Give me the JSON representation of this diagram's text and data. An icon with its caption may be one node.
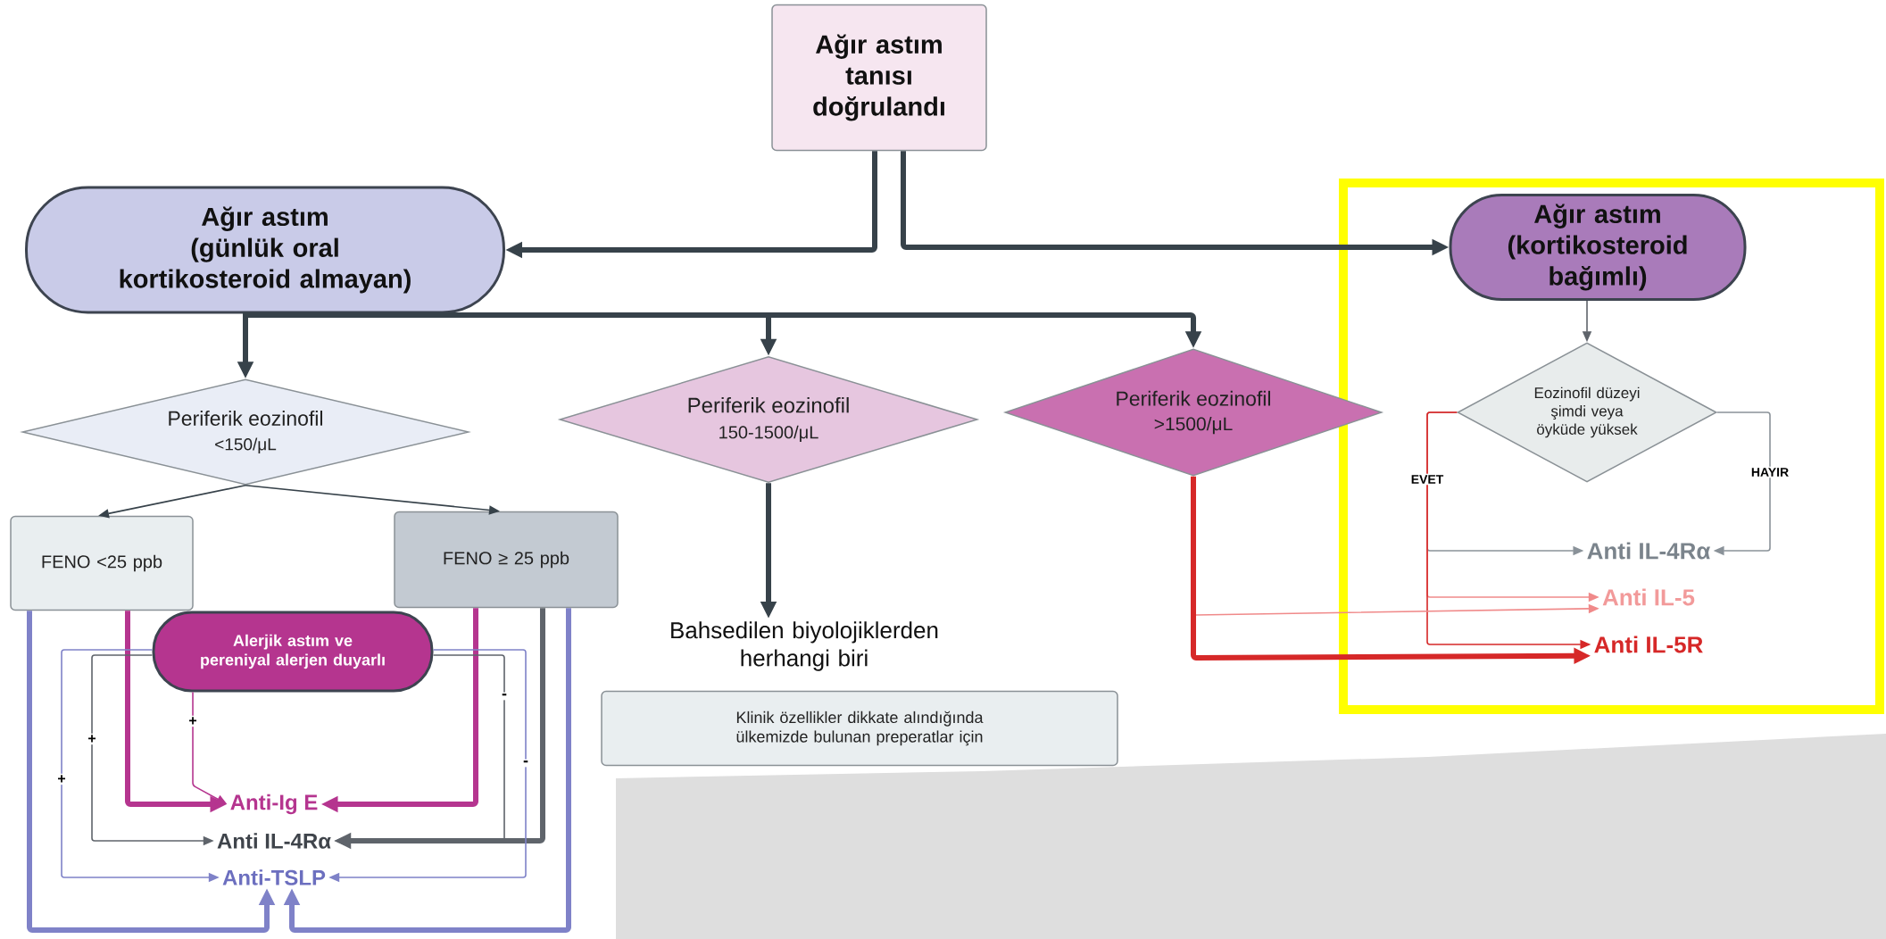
{
  "diagram": {
    "nodes": [
      {
        "text": [
          "Ağır astım tanısı doğrulandı"
        ]
      },
      {
        "text": [
          "Ağır astım",
          "(günlük oral kortikosteroid almayan)"
        ]
      },
      {
        "text": [
          "Ağır astım",
          "(kortikosteroid bağımlı)"
        ]
      },
      {
        "text": [
          "Periferik eozinofil",
          "<150/μL"
        ]
      },
      {
        "text": [
          "Periferik eozinofil",
          "150-1500/μL"
        ]
      },
      {
        "text": [
          "Periferik eozinofil",
          ">1500/μL"
        ]
      },
      {
        "text": [
          "Eozinofil düzeyi şimdi veya öyküde yüksek"
        ]
      },
      {
        "text": [
          "FENO <25 ppb"
        ]
      },
      {
        "text": [
          "FENO ≥ 25 ppb"
        ]
      },
      {
        "text": [
          "Alerjik astım ve pereniyal alerjen duyarlı"
        ]
      },
      {
        "text": [
          "Anti-Ig E"
        ]
      },
      {
        "text": [
          "Anti IL-4Rα"
        ]
      },
      {
        "text": [
          "Anti-TSLP"
        ]
      },
      {
        "text": [
          "Bahsedilen biyolojiklerden herhangi biri"
        ]
      },
      {
        "text": [
          "Klinik özellikler dikkate alındığında ülkemizde bulunan preperatlar için"
        ]
      },
      {
        "text": [
          "Anti IL-4Rα"
        ]
      },
      {
        "text": [
          "Anti IL-5"
        ]
      },
      {
        "text": [
          "Anti IL-5R"
        ]
      }
    ],
    "edges": [
      {
        "from": 0,
        "to": 1,
        "arrow": "to",
        "style": "thick"
      },
      {
        "from": 0,
        "to": 2,
        "arrow": "to",
        "style": "thick"
      },
      {
        "from": 1,
        "to": 3,
        "arrow": "to",
        "style": "thick"
      },
      {
        "from": 1,
        "to": 4,
        "arrow": "to",
        "style": "thick"
      },
      {
        "from": 1,
        "to": 5,
        "arrow": "to",
        "style": "thick"
      },
      {
        "from": 3,
        "to": 7,
        "arrow": "to"
      },
      {
        "from": 3,
        "to": 8,
        "arrow": "to"
      },
      {
        "from": 4,
        "to": 13,
        "arrow": "to",
        "style": "thick"
      },
      {
        "from": 7,
        "to": 10,
        "arrow": "to",
        "style": "thick",
        "color": "#b5358f"
      },
      {
        "from": 7,
        "to": 12,
        "arrow": "to",
        "style": "thick",
        "color": "#7f82c8"
      },
      {
        "from": 8,
        "to": 10,
        "arrow": "to",
        "style": "thick",
        "color": "#b5358f"
      },
      {
        "from": 8,
        "to": 11,
        "arrow": "to",
        "style": "thick",
        "color": "#5f646b"
      },
      {
        "from": 8,
        "to": 12,
        "arrow": "to",
        "style": "thick",
        "color": "#7f82c8"
      },
      {
        "from": 9,
        "to": 10,
        "arrow": "to",
        "label": "+",
        "color": "#b5358f"
      },
      {
        "from": 9,
        "to": 11,
        "arrow": "to",
        "label": "+",
        "color": "#5f646b"
      },
      {
        "from": 9,
        "to": 12,
        "arrow": "to",
        "label": "+",
        "color": "#7f82c8"
      },
      {
        "from": 9,
        "to": 11,
        "arrow": "to",
        "label": "-",
        "color": "#5f646b"
      },
      {
        "from": 9,
        "to": 12,
        "arrow": "to",
        "label": "-",
        "color": "#7f82c8"
      },
      {
        "from": 2,
        "to": 6,
        "arrow": "to",
        "color": "#5f646b"
      },
      {
        "from": 6,
        "to": 15,
        "arrow": "to",
        "label": "EVET",
        "color": "#8a9299"
      },
      {
        "from": 6,
        "to": 16,
        "arrow": "to",
        "color": "#f08a8a"
      },
      {
        "from": 6,
        "to": 17,
        "arrow": "to",
        "color": "#d62828"
      },
      {
        "from": 6,
        "to": 15,
        "arrow": "to",
        "label": "HAYIR",
        "color": "#8a9299"
      },
      {
        "from": 5,
        "to": 16,
        "arrow": "to",
        "color": "#f08a8a"
      },
      {
        "from": 5,
        "to": 17,
        "arrow": "to",
        "style": "thick",
        "color": "#d62828"
      }
    ]
  }
}
